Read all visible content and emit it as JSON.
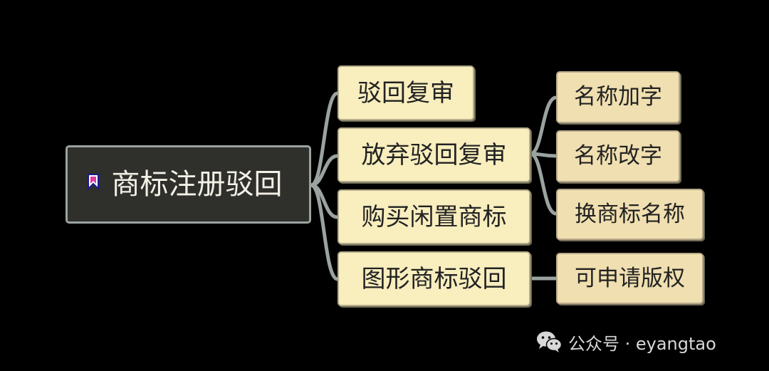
{
  "mindmap": {
    "root": {
      "label": "商标注册驳回"
    },
    "branches": [
      {
        "label": "驳回复审",
        "children": []
      },
      {
        "label": "放弃驳回复审",
        "children": [
          {
            "label": "名称加字"
          },
          {
            "label": "名称改字"
          },
          {
            "label": "换商标名称"
          }
        ]
      },
      {
        "label": "购买闲置商标",
        "children": []
      },
      {
        "label": "图形商标驳回",
        "children": [
          {
            "label": "可申请版权"
          }
        ]
      }
    ]
  },
  "watermark": {
    "account": "公众号 · eyangtao"
  },
  "colors": {
    "background": "#000000",
    "root_fill": "#2f2f2c",
    "level1_fill": "#f8eebe",
    "level2_fill": "#f0dfb0",
    "connector": "#9aa3a0"
  },
  "icons": {
    "root": "bookmark-icon",
    "watermark": "wechat-icon"
  }
}
